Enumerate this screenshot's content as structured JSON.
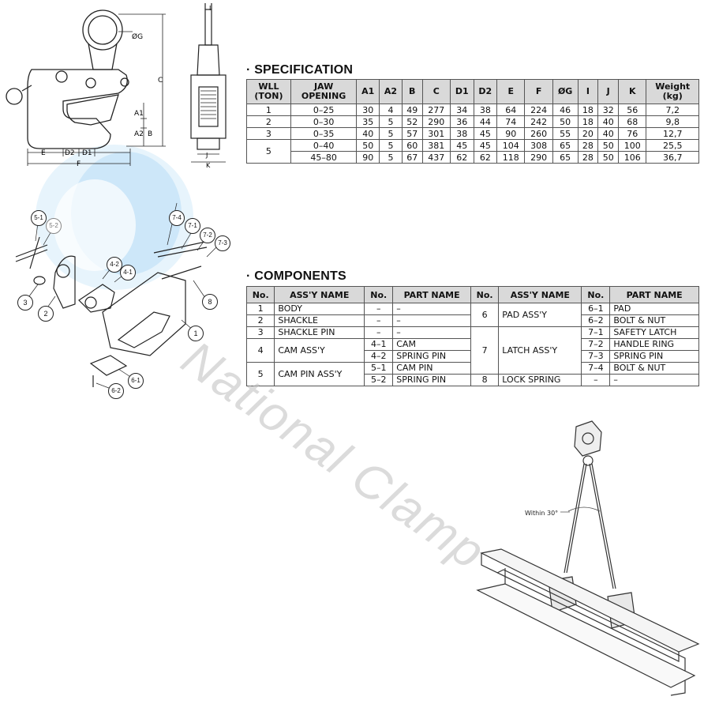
{
  "spec": {
    "title": "SPECIFICATION",
    "headers": [
      "WLL (TON)",
      "JAW OPENING",
      "A1",
      "A2",
      "B",
      "C",
      "D1",
      "D2",
      "E",
      "F",
      "ØG",
      "I",
      "J",
      "K",
      "Weight (kg)"
    ],
    "header_lines": [
      [
        "WLL",
        "(TON)"
      ],
      [
        "JAW",
        "OPENING"
      ],
      [
        "A1"
      ],
      [
        "A2"
      ],
      [
        "B"
      ],
      [
        "C"
      ],
      [
        "D1"
      ],
      [
        "D2"
      ],
      [
        "E"
      ],
      [
        "F"
      ],
      [
        "ØG"
      ],
      [
        "I"
      ],
      [
        "J"
      ],
      [
        "K"
      ],
      [
        "Weight",
        "(kg)"
      ]
    ],
    "rows": [
      [
        "1",
        "0–25",
        "30",
        "4",
        "49",
        "277",
        "34",
        "38",
        "64",
        "224",
        "46",
        "18",
        "32",
        "56",
        "7,2"
      ],
      [
        "2",
        "0–30",
        "35",
        "5",
        "52",
        "290",
        "36",
        "44",
        "74",
        "242",
        "50",
        "18",
        "40",
        "68",
        "9,8"
      ],
      [
        "3",
        "0–35",
        "40",
        "5",
        "57",
        "301",
        "38",
        "45",
        "90",
        "260",
        "55",
        "20",
        "40",
        "76",
        "12,7"
      ],
      [
        "5",
        "0–40",
        "50",
        "5",
        "60",
        "381",
        "45",
        "45",
        "104",
        "308",
        "65",
        "28",
        "50",
        "100",
        "25,5"
      ],
      [
        "",
        "45–80",
        "90",
        "5",
        "67",
        "437",
        "62",
        "62",
        "118",
        "290",
        "65",
        "28",
        "50",
        "106",
        "36,7"
      ]
    ]
  },
  "components": {
    "title": "COMPONENTS",
    "headers": [
      "No.",
      "ASS'Y NAME",
      "No.",
      "PART NAME",
      "No.",
      "ASS'Y NAME",
      "No.",
      "PART NAME"
    ],
    "left": [
      {
        "no": "1",
        "assy": "BODY",
        "parts": [
          {
            "no": "–",
            "name": "–"
          }
        ]
      },
      {
        "no": "2",
        "assy": "SHACKLE",
        "parts": [
          {
            "no": "–",
            "name": "–"
          }
        ]
      },
      {
        "no": "3",
        "assy": "SHACKLE PIN",
        "parts": [
          {
            "no": "–",
            "name": "–"
          }
        ]
      },
      {
        "no": "4",
        "assy": "CAM ASS'Y",
        "parts": [
          {
            "no": "4–1",
            "name": "CAM"
          },
          {
            "no": "4–2",
            "name": "SPRING PIN"
          }
        ]
      },
      {
        "no": "5",
        "assy": "CAM PIN ASS'Y",
        "parts": [
          {
            "no": "5–1",
            "name": "CAM PIN"
          },
          {
            "no": "5–2",
            "name": "SPRING PIN"
          }
        ]
      }
    ],
    "right": [
      {
        "no": "6",
        "assy": "PAD ASS'Y",
        "parts": [
          {
            "no": "6–1",
            "name": "PAD"
          },
          {
            "no": "6–2",
            "name": "BOLT & NUT"
          }
        ]
      },
      {
        "no": "7",
        "assy": "LATCH ASS'Y",
        "parts": [
          {
            "no": "7–1",
            "name": "SAFETY LATCH"
          },
          {
            "no": "7–2",
            "name": "HANDLE RING"
          },
          {
            "no": "7–3",
            "name": "SPRING PIN"
          },
          {
            "no": "7–4",
            "name": "BOLT & NUT"
          }
        ]
      },
      {
        "no": "8",
        "assy": "LOCK SPRING",
        "parts": [
          {
            "no": "–",
            "name": "–"
          }
        ]
      }
    ]
  },
  "drawing": {
    "dims": {
      "g": "ØG",
      "c": "C",
      "a1": "A1",
      "a2": "A2",
      "b": "B",
      "e": "E",
      "d2": "D2",
      "d1": "D1",
      "f": "F",
      "i": "I",
      "j": "J",
      "k": "K"
    },
    "callouts": [
      "5-1",
      "5-2",
      "4-2",
      "4-1",
      "3",
      "2",
      "7-4",
      "7-1",
      "7-2",
      "7-3",
      "8",
      "1",
      "6-1",
      "6-2"
    ]
  },
  "lifting": {
    "angle_label": "Within 30°"
  },
  "watermark": "National Clamp",
  "colors": {
    "header_bg": "#d9d9d9",
    "border": "#555555",
    "watermark_blue": "#9fcfee"
  }
}
